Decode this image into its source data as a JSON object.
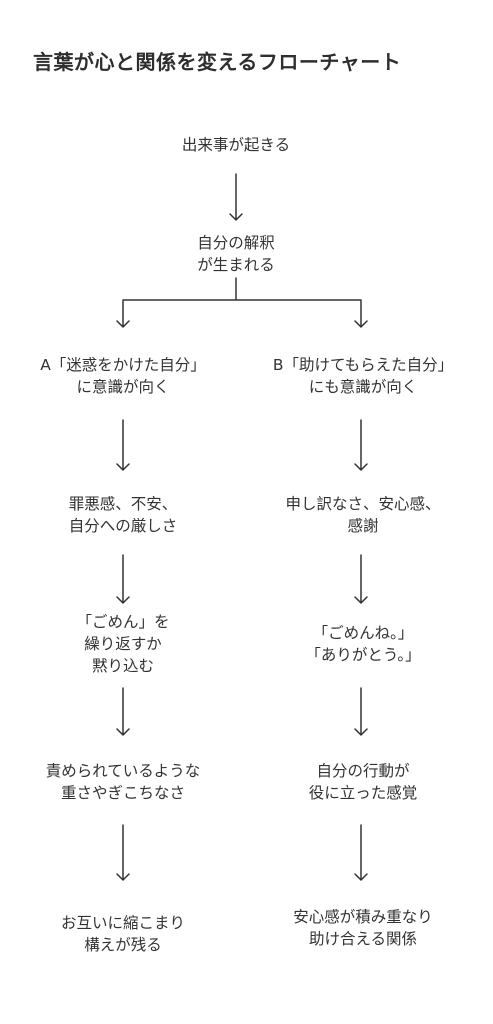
{
  "title": "言葉が心と関係を変えるフローチャート",
  "nodes": {
    "event": {
      "lines": [
        "出来事が起きる"
      ]
    },
    "interpretation": {
      "lines": [
        "自分の解釈",
        "が生まれる"
      ]
    },
    "a_focus": {
      "lines": [
        "A「迷惑をかけた自分」",
        "に意識が向く"
      ]
    },
    "b_focus": {
      "lines": [
        "B「助けてもらえた自分」",
        "にも意識が向く"
      ]
    },
    "a_feeling": {
      "lines": [
        "罪悪感、不安、",
        "自分への厳しさ"
      ]
    },
    "b_feeling": {
      "lines": [
        "申し訳なさ、安心感、",
        "感謝"
      ]
    },
    "a_words": {
      "lines": [
        "「ごめん」を",
        "繰り返すか",
        "黙り込む"
      ]
    },
    "b_words": {
      "lines": [
        "「ごめんね。」",
        "「ありがとう。」"
      ]
    },
    "a_sense": {
      "lines": [
        "責められているような",
        "重さやぎこちなさ"
      ]
    },
    "b_sense": {
      "lines": [
        "自分の行動が",
        "役に立った感覚"
      ]
    },
    "a_result": {
      "lines": [
        "お互いに縮こまり",
        "構えが残る"
      ]
    },
    "b_result": {
      "lines": [
        "安心感が積み重なり",
        "助け合える関係"
      ]
    }
  }
}
